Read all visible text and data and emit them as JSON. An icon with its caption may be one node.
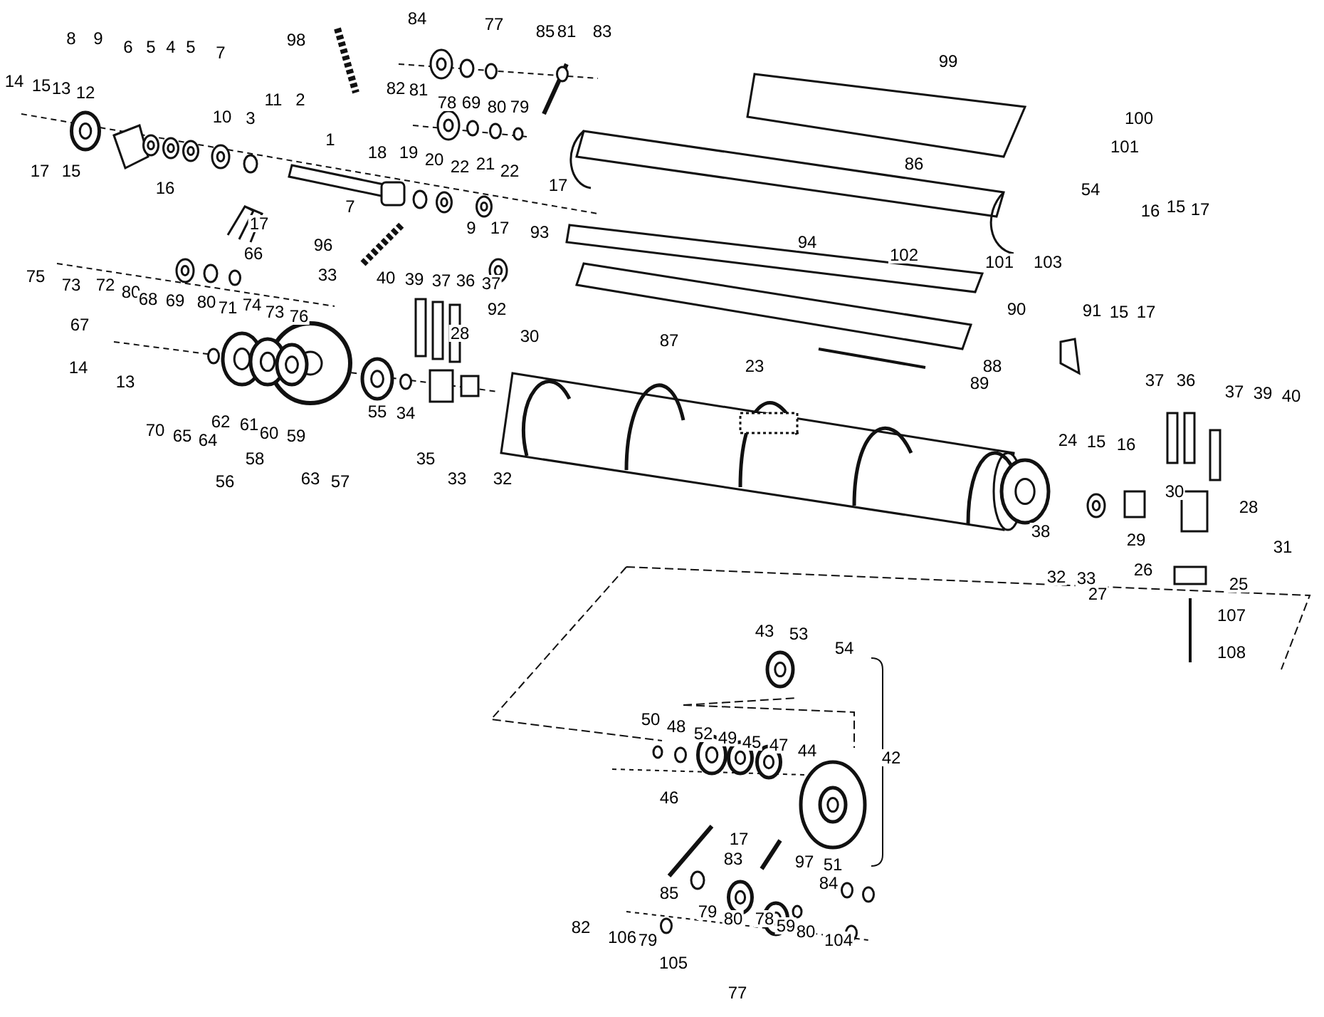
{
  "diagram": {
    "labels": [
      "8",
      "9",
      "6",
      "5",
      "4",
      "5",
      "7",
      "98",
      "84",
      "77",
      "85",
      "81",
      "83",
      "14",
      "15",
      "13",
      "12",
      "11",
      "2",
      "82",
      "81",
      "78",
      "69",
      "80",
      "79",
      "99",
      "10",
      "3",
      "100",
      "1",
      "101",
      "18",
      "19",
      "20",
      "22",
      "21",
      "22",
      "86",
      "17",
      "15",
      "16",
      "17",
      "54",
      "7",
      "16",
      "15",
      "17",
      "17",
      "9",
      "17",
      "93",
      "96",
      "94",
      "66",
      "102",
      "101",
      "103",
      "75",
      "73",
      "72",
      "80",
      "68",
      "69",
      "80",
      "71",
      "74",
      "73",
      "76",
      "33",
      "40",
      "39",
      "37",
      "36",
      "37",
      "92",
      "90",
      "91",
      "15",
      "17",
      "67",
      "28",
      "30",
      "87",
      "14",
      "23",
      "88",
      "13",
      "89",
      "37",
      "36",
      "37",
      "39",
      "40",
      "70",
      "65",
      "64",
      "62",
      "61",
      "60",
      "59",
      "55",
      "34",
      "24",
      "15",
      "16",
      "58",
      "35",
      "56",
      "63",
      "57",
      "33",
      "32",
      "30",
      "28",
      "38",
      "29",
      "31",
      "26",
      "32",
      "33",
      "25",
      "27",
      "107",
      "43",
      "53",
      "54",
      "108",
      "50",
      "48",
      "52",
      "49",
      "45",
      "47",
      "44",
      "42",
      "46",
      "17",
      "83",
      "97",
      "51",
      "84",
      "85",
      "82",
      "106",
      "79",
      "79",
      "80",
      "78",
      "59",
      "80",
      "104",
      "105",
      "77"
    ]
  }
}
